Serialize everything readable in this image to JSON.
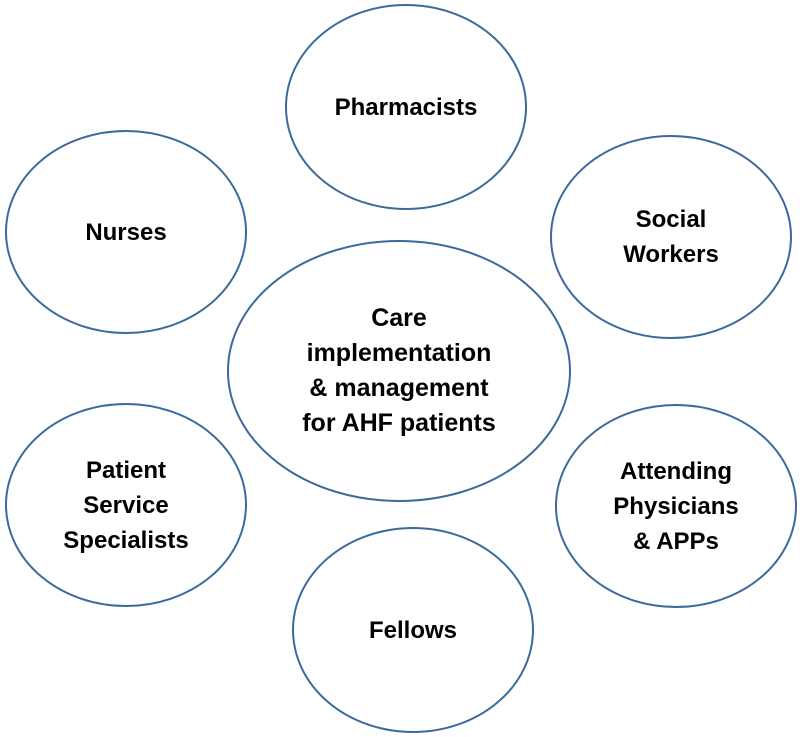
{
  "center": {
    "label": "Care\nimplementation\n& management\nfor AHF patients"
  },
  "roles": {
    "pharmacists": "Pharmacists",
    "nurses": "Nurses",
    "social_workers": "Social\nWorkers",
    "patient_service_specialists": "Patient\nService\nSpecialists",
    "attending_physicians": "Attending\nPhysicians\n& APPs",
    "fellows": "Fellows"
  },
  "colors": {
    "ellipse_stroke": "#3d6a9c",
    "text": "#000000",
    "background": "#ffffff"
  }
}
